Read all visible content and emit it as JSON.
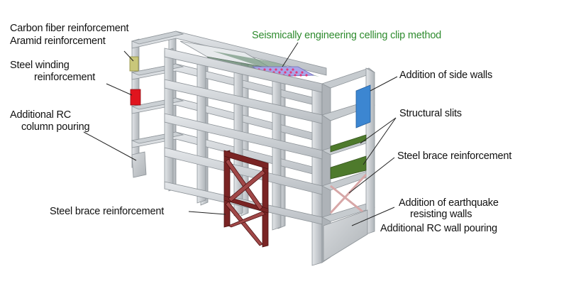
{
  "colors": {
    "frame_face": "#d6dadd",
    "frame_side": "#b7bcc1",
    "frame_edge": "#8d9398",
    "carbon_aramid": "#c9c77a",
    "steel_winding": "#e0141e",
    "ceiling_clip": "#a9a6e8",
    "ceiling_dots": "#e13a7c",
    "roof_green": "#6f8e79",
    "side_wall": "#3c86d1",
    "slit": "#4e7a2c",
    "steel_brace_front": "#7a2424",
    "steel_brace_side": "#d7a7a7",
    "rc_wall": "#c7cbce",
    "label_green": "#2e8b2e"
  },
  "labels": {
    "carbon_fiber": "Carbon fiber reinforcement",
    "aramid": "Aramid reinforcement",
    "steel_winding_1": "Steel winding",
    "steel_winding_2": "reinforcement",
    "additional_rc_1": "Additional RC",
    "additional_rc_2": "column pouring",
    "ceiling_clip": "Seismically engineering celling clip method",
    "side_walls": "Addition of side walls",
    "structural_slits": "Structural slits",
    "steel_brace_right": "Steel brace reinforcement",
    "earthquake_walls_1": "Addition of earthquake",
    "earthquake_walls_2": "resisting walls",
    "rc_wall_pouring": "Additional RC wall pouring",
    "steel_brace_left": "Steel brace reinforcement"
  }
}
